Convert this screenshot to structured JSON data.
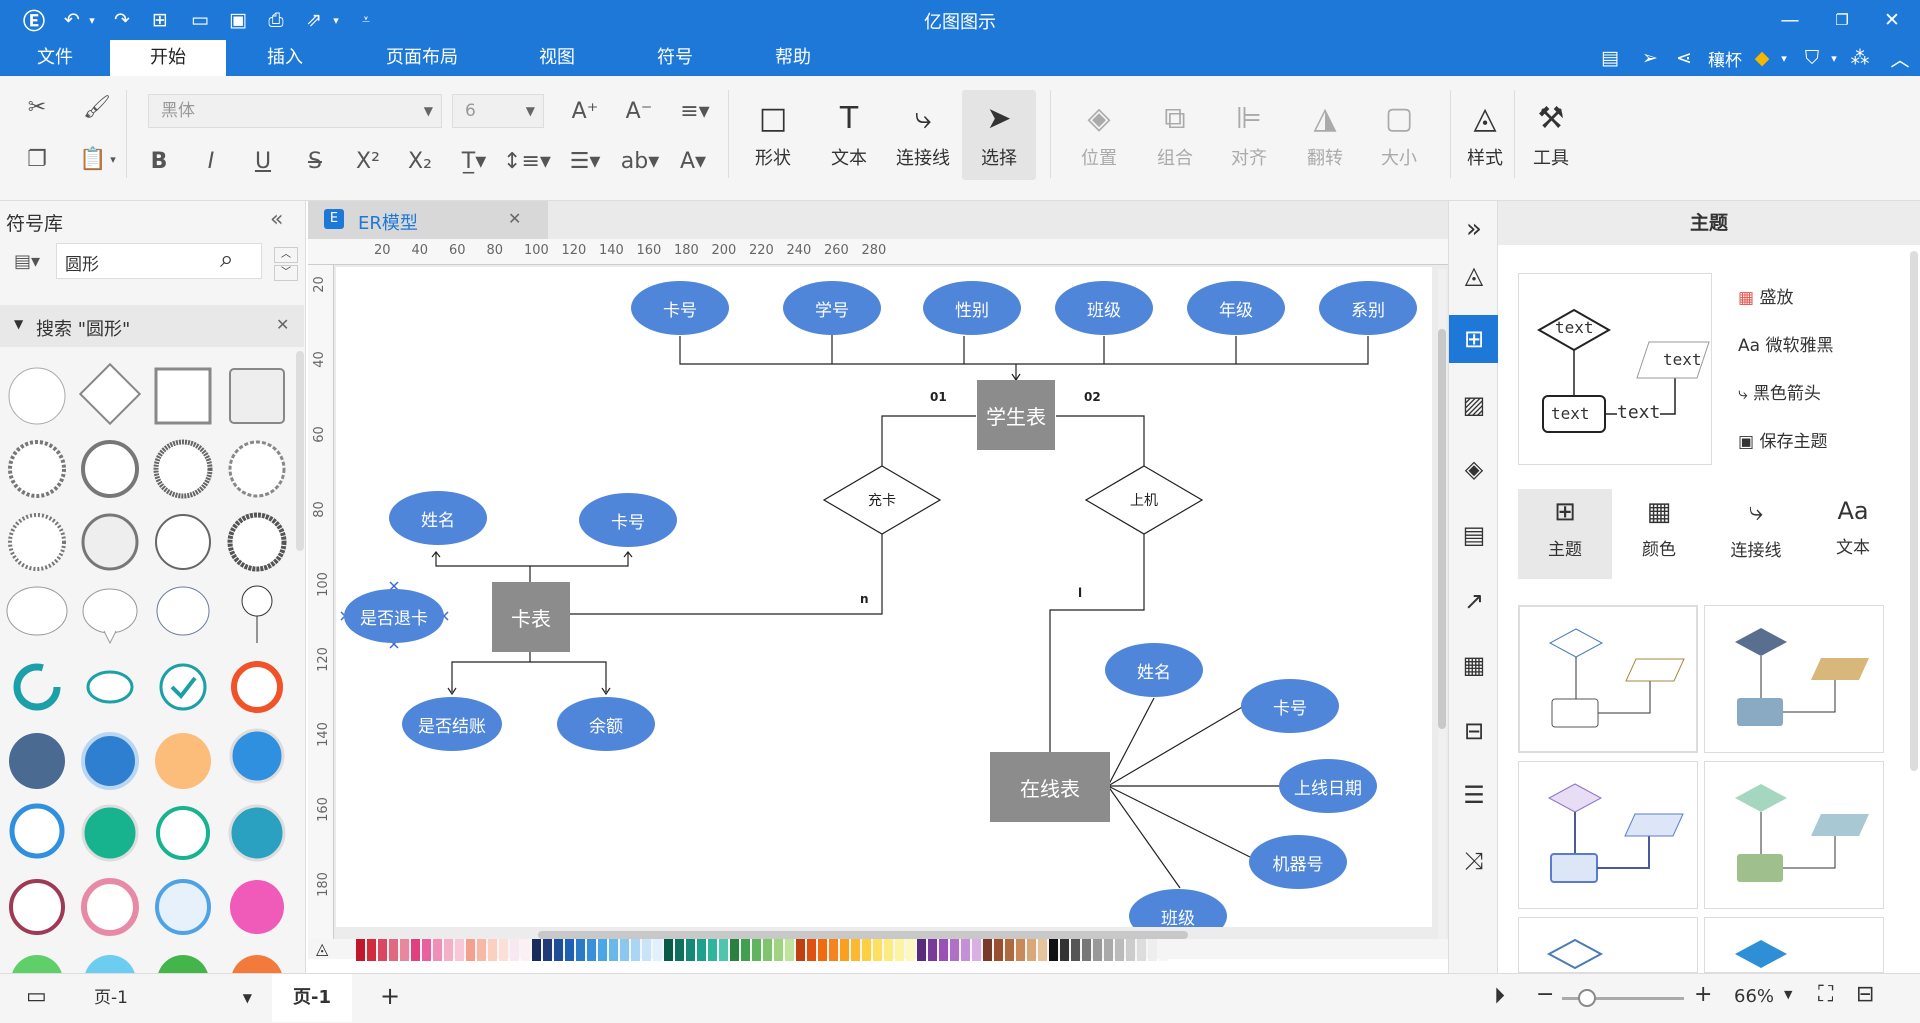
{
  "app": {
    "title": "亿图图示"
  },
  "menu": [
    {
      "label": "文件"
    },
    {
      "label": "开始"
    },
    {
      "label": "插入"
    },
    {
      "label": "页面布局"
    },
    {
      "label": "视图"
    },
    {
      "label": "符号"
    },
    {
      "label": "帮助"
    }
  ],
  "user": {
    "name": "穰杯"
  },
  "ribbon": {
    "font_name": "黑体",
    "font_size": "6",
    "tools": [
      {
        "label": "形状"
      },
      {
        "label": "文本"
      },
      {
        "label": "连接线"
      },
      {
        "label": "选择"
      }
    ],
    "arrange": [
      {
        "label": "位置"
      },
      {
        "label": "组合"
      },
      {
        "label": "对齐"
      },
      {
        "label": "翻转"
      },
      {
        "label": "大小"
      }
    ],
    "style_label": "样式",
    "tools_label": "工具"
  },
  "library": {
    "title": "符号库",
    "search_value": "圆形",
    "section": "搜索 \"圆形\""
  },
  "doc_tab": {
    "label": "ER模型"
  },
  "ruler": {
    "h": [
      "20",
      "40",
      "60",
      "80",
      "100",
      "120",
      "140",
      "160",
      "180",
      "200",
      "220",
      "240",
      "260",
      "280"
    ],
    "v": [
      "20",
      "40",
      "60",
      "80",
      "100",
      "120",
      "140",
      "160",
      "180"
    ]
  },
  "diagram": {
    "entities": {
      "student": "学生表",
      "card": "卡表",
      "online": "在线表"
    },
    "relations": {
      "recharge": "充卡",
      "login": "上机"
    },
    "student_attrs": [
      "卡号",
      "学号",
      "性别",
      "班级",
      "年级",
      "系别"
    ],
    "card_attrs": {
      "name": "姓名",
      "cardno": "卡号",
      "refund": "是否退卡",
      "checkout": "是否结账",
      "balance": "余额"
    },
    "online_attrs": [
      "姓名",
      "卡号",
      "上线日期",
      "机器号",
      "班级"
    ],
    "labels": {
      "a": "01",
      "b": "02",
      "c": "n",
      "d": "l"
    }
  },
  "theme_panel": {
    "title": "主题",
    "preview_texts": [
      "text",
      "text",
      "text",
      "text"
    ],
    "options": [
      {
        "label": "盛放"
      },
      {
        "label": "微软雅黑"
      },
      {
        "label": "黑色箭头"
      },
      {
        "label": "保存主题"
      }
    ],
    "tabs": [
      {
        "label": "主题"
      },
      {
        "label": "颜色"
      },
      {
        "label": "连接线"
      },
      {
        "label": "文本"
      }
    ]
  },
  "status": {
    "page_selector": "页-1",
    "page_tab": "页-1",
    "zoom": "66%"
  }
}
